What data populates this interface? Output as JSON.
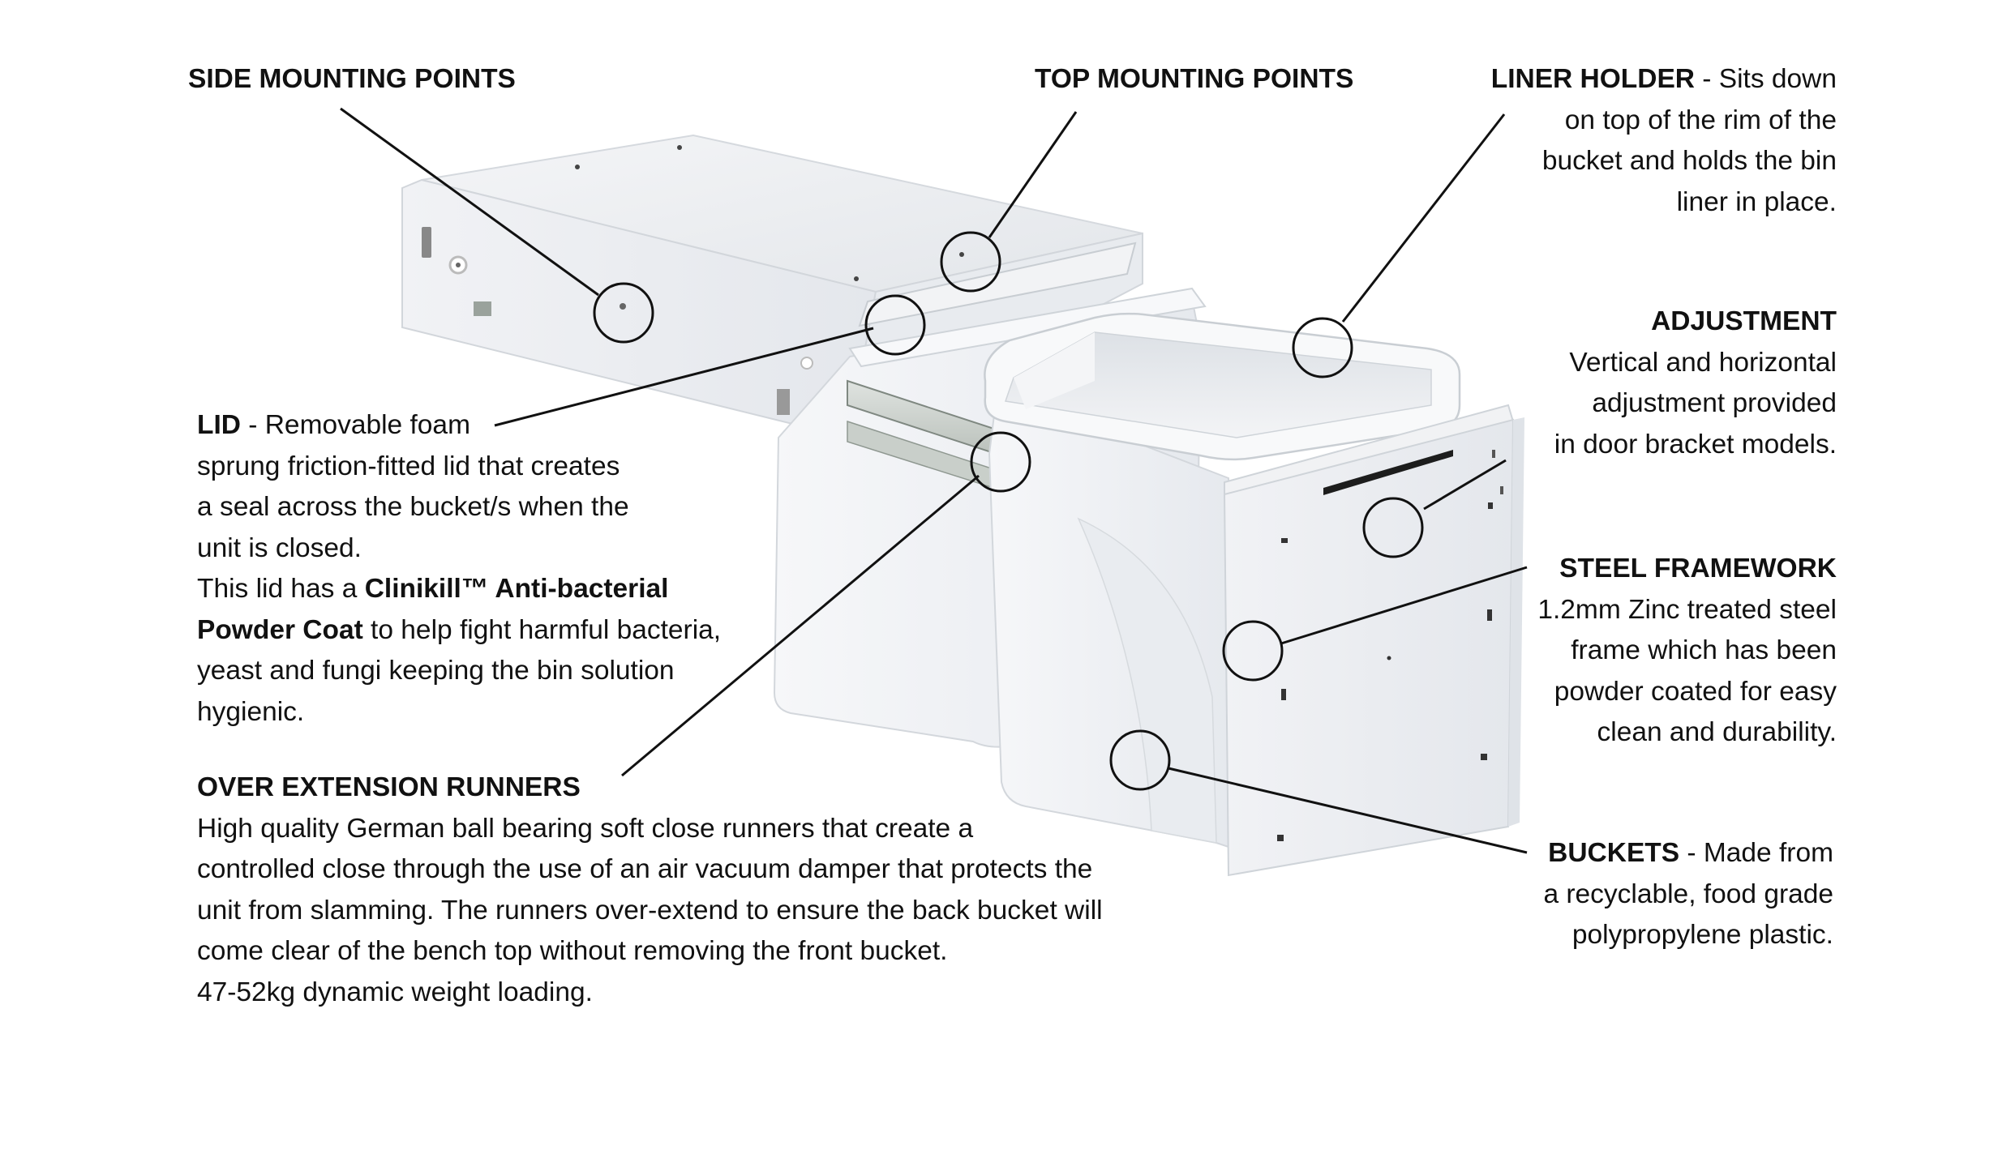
{
  "labels": {
    "side_mounting": {
      "title": "SIDE MOUNTING POINTS"
    },
    "top_mounting": {
      "title": "TOP MOUNTING POINTS"
    },
    "liner_holder": {
      "title": "LINER HOLDER",
      "lines": [
        " - Sits down",
        "on top of the rim of the",
        "bucket and holds the bin",
        "liner in place."
      ]
    },
    "adjustment": {
      "title": "ADJUSTMENT",
      "lines": [
        "Vertical and horizontal",
        "adjustment provided",
        "in door bracket models."
      ]
    },
    "steel_framework": {
      "title": "STEEL FRAMEWORK",
      "lines": [
        "1.2mm Zinc treated steel",
        "frame which has been",
        "powder coated for easy",
        "clean and durability."
      ]
    },
    "buckets": {
      "title": "BUCKETS",
      "lines": [
        " - Made from",
        "a recyclable, food grade",
        "polypropylene plastic."
      ]
    },
    "lid": {
      "title": "LID",
      "lines": [
        " - Removable foam",
        "sprung friction-fitted lid that creates",
        "a seal across the bucket/s when the",
        "unit is closed.",
        "This lid has a ",
        "Clinikill™ Anti-bacterial",
        "Powder Coat",
        " to help fight harmful bacteria,",
        "yeast and fungi keeping the bin solution",
        "hygienic."
      ]
    },
    "runners": {
      "title": "OVER EXTENSION RUNNERS",
      "lines": [
        "High quality German ball bearing soft close runners that create a",
        "controlled close through the use of an air vacuum damper that protects the",
        "unit from slamming. The runners over-extend to ensure the back bucket will",
        "come clear of the bench top without removing the front bucket.",
        "47-52kg dynamic weight loading."
      ]
    }
  }
}
